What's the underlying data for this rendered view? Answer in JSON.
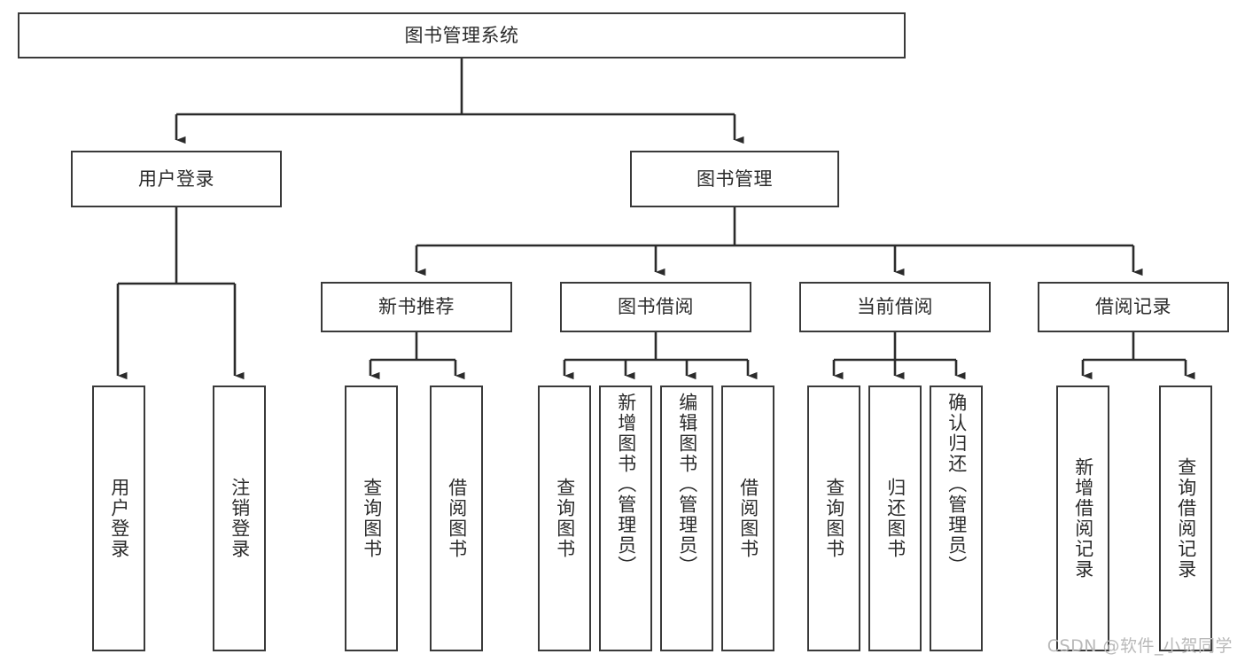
{
  "diagram": {
    "title": "图书管理系统",
    "type": "tree-hierarchy-diagram",
    "colors": {
      "box_border": "#3a3a3a",
      "box_fill": "#ffffff",
      "connector": "#2b2b2b",
      "text": "#2b2b2b",
      "watermark": "#b9b9b9",
      "background": "#ffffff"
    },
    "root": {
      "label": "图书管理系统"
    },
    "level2": [
      {
        "label": "用户登录"
      },
      {
        "label": "图书管理"
      }
    ],
    "level3": [
      {
        "label": "新书推荐"
      },
      {
        "label": "图书借阅"
      },
      {
        "label": "当前借阅"
      },
      {
        "label": "借阅记录"
      }
    ],
    "leaves": {
      "user_login": [
        {
          "label": "用户登录"
        },
        {
          "label": "注销登录"
        }
      ],
      "new_book_recommend": [
        {
          "label": "查询图书"
        },
        {
          "label": "借阅图书"
        }
      ],
      "book_borrow": [
        {
          "label": "查询图书"
        },
        {
          "label": "新增图书（管理员）"
        },
        {
          "label": "编辑图书（管理员）"
        },
        {
          "label": "借阅图书"
        }
      ],
      "current_borrow": [
        {
          "label": "查询图书"
        },
        {
          "label": "归还图书"
        },
        {
          "label": "确认归还（管理员）"
        }
      ],
      "borrow_record": [
        {
          "label": "新增借阅记录"
        },
        {
          "label": "查询借阅记录"
        }
      ]
    },
    "watermark": "CSDN @软件_小贺同学"
  }
}
